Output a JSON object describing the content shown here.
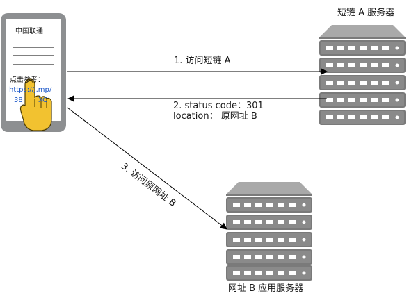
{
  "phone": {
    "carrier": "中国联通",
    "prompt": "点击参考：",
    "link_line1": "https://j.mp/",
    "link_line2_a": "38",
    "link_line2_b": "XC",
    "link_color": "#1a56c8"
  },
  "servers": {
    "short_link_label": "短链 A 服务器",
    "app_server_label": "网址 B 应用服务器"
  },
  "arrows": {
    "step1": "1. 访问短链 A",
    "step2_line1": "2. status code：301",
    "step2_line2": "location： 原网址 B",
    "step3": "3. 访问原网址 B"
  },
  "colors": {
    "server_body": "#7a7a7a",
    "server_top": "#a9a9a9",
    "phone_frame": "#8d8f91",
    "hand_fill": "#f2c230"
  }
}
